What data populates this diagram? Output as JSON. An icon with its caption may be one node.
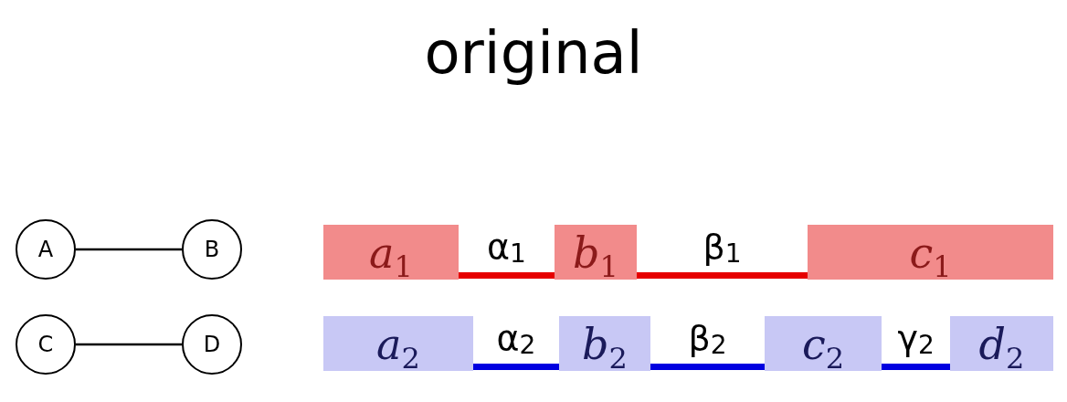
{
  "diagram": {
    "title": "original",
    "nodes": [
      {
        "text": [
          "A"
        ]
      },
      {
        "text": [
          "B"
        ]
      },
      {
        "text": [
          "*a*$_{1}$"
        ]
      },
      {
        "text": [
          "*b*$_{1}$"
        ]
      },
      {
        "text": [
          "*c*$_{1}$"
        ]
      },
      {
        "text": [
          "C"
        ]
      },
      {
        "text": [
          "D"
        ]
      },
      {
        "text": [
          "*a*$_{2}$"
        ]
      },
      {
        "text": [
          "*b*$_{2}$"
        ]
      },
      {
        "text": [
          "*c*$_{2}$"
        ]
      },
      {
        "text": [
          "*d*$_{2}$"
        ]
      }
    ],
    "edges": [
      {
        "from": 0,
        "to": 1,
        "arrow": "none"
      },
      {
        "from": 5,
        "to": 6,
        "arrow": "none"
      }
    ],
    "labels": [
      "α$_{1}$",
      "β$_{1}$",
      "α$_{2}$",
      "β$_{2}$",
      "γ$_{2}$"
    ]
  }
}
